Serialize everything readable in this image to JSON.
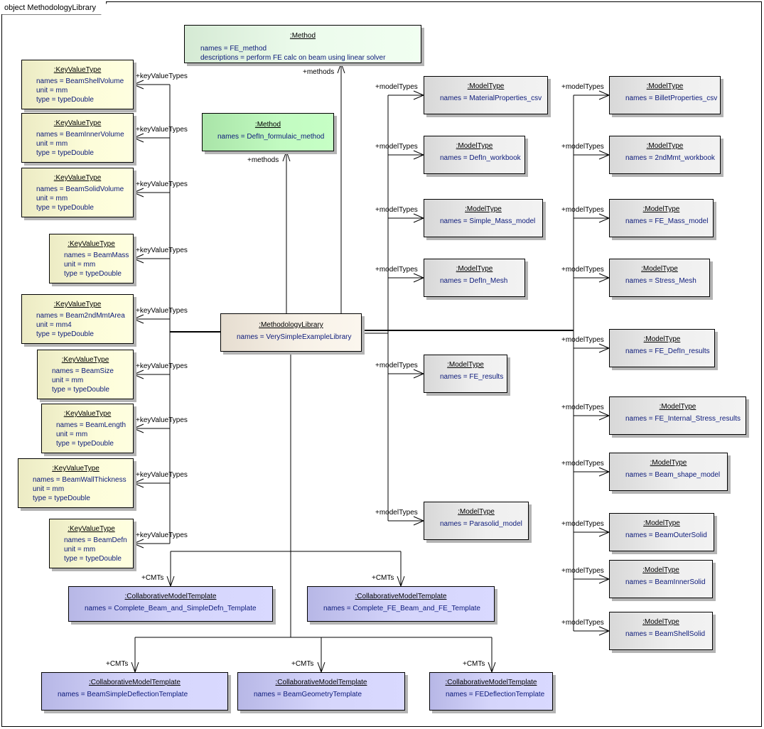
{
  "frame": {
    "title": "object MethodologyLibrary"
  },
  "library": {
    "title": ":MethodologyLibrary",
    "attrs": [
      "names = VerySimpleExampleLibrary"
    ]
  },
  "methods": [
    {
      "title": ":Method",
      "attrs": [
        "names = FE_method",
        "descriptions = perform FE calc on beam using linear solver"
      ],
      "role": "+methods"
    },
    {
      "title": ":Method",
      "attrs": [
        "names = DefIn_formulaic_method"
      ],
      "role": "+methods"
    }
  ],
  "key_value_types": [
    {
      "title": ":KeyValueType",
      "names": "names = BeamShellVolume",
      "unit": "unit = mm",
      "type": "type = typeDouble",
      "role": "+keyValueTypes"
    },
    {
      "title": ":KeyValueType",
      "names": "names = BeamInnerVolume",
      "unit": "unit = mm",
      "type": "type = typeDouble",
      "role": "+keyValueTypes"
    },
    {
      "title": ":KeyValueType",
      "names": "names = BeamSolidVolume",
      "unit": "unit = mm",
      "type": "type = typeDouble",
      "role": "+keyValueTypes"
    },
    {
      "title": ":KeyValueType",
      "names": "names = BeamMass",
      "unit": "unit = mm",
      "type": "type = typeDouble",
      "role": "+keyValueTypes"
    },
    {
      "title": ":KeyValueType",
      "names": "names = Beam2ndMmtArea",
      "unit": "unit = mm4",
      "type": "type = typeDouble",
      "role": "+keyValueTypes"
    },
    {
      "title": ":KeyValueType",
      "names": "names = BeamSize",
      "unit": "unit = mm",
      "type": "type = typeDouble",
      "role": "+keyValueTypes"
    },
    {
      "title": ":KeyValueType",
      "names": "names = BeamLength",
      "unit": "unit = mm",
      "type": "type = typeDouble",
      "role": "+keyValueTypes"
    },
    {
      "title": ":KeyValueType",
      "names": "names = BeamWallThickness",
      "unit": "unit = mm",
      "type": "type = typeDouble",
      "role": "+keyValueTypes"
    },
    {
      "title": ":KeyValueType",
      "names": "names = BeamDefn",
      "unit": "unit = mm",
      "type": "type = typeDouble",
      "role": "+keyValueTypes"
    }
  ],
  "model_types_col1": [
    {
      "title": ":ModelType",
      "names": "names = MaterialProperties_csv",
      "role": "+modelTypes"
    },
    {
      "title": ":ModelType",
      "names": "names = DefIn_workbook",
      "role": "+modelTypes"
    },
    {
      "title": ":ModelType",
      "names": "names = Simple_Mass_model",
      "role": "+modelTypes"
    },
    {
      "title": ":ModelType",
      "names": "names = DefIn_Mesh",
      "role": "+modelTypes"
    },
    {
      "title": ":ModelType",
      "names": "names = FE_results",
      "role": "+modelTypes"
    },
    {
      "title": ":ModelType",
      "names": "names = Parasolid_model",
      "role": "+modelTypes"
    }
  ],
  "model_types_col2": [
    {
      "title": ":ModelType",
      "names": "names = BilletProperties_csv",
      "role": "+modelTypes"
    },
    {
      "title": ":ModelType",
      "names": "names = 2ndMmt_workbook",
      "role": "+modelTypes"
    },
    {
      "title": ":ModelType",
      "names": "names = FE_Mass_model",
      "role": "+modelTypes"
    },
    {
      "title": ":ModelType",
      "names": "names = Stress_Mesh",
      "role": "+modelTypes"
    },
    {
      "title": ":ModelType",
      "names": "names = FE_DefIn_results",
      "role": "+modelTypes"
    },
    {
      "title": ":ModelType",
      "names": "names = FE_Internal_Stress_results",
      "role": "+modelTypes"
    },
    {
      "title": ":ModelType",
      "names": "names = Beam_shape_model",
      "role": "+modelTypes"
    },
    {
      "title": ":ModelType",
      "names": "names = BeamOuterSolid",
      "role": "+modelTypes"
    },
    {
      "title": ":ModelType",
      "names": "names = BeamInnerSolid",
      "role": "+modelTypes"
    },
    {
      "title": ":ModelType",
      "names": "names = BeamShellSolid",
      "role": "+modelTypes"
    }
  ],
  "cmts": [
    {
      "title": ":CollaborativeModelTemplate",
      "names": "names = Complete_Beam_and_SimpleDefn_Template",
      "role": "+CMTs"
    },
    {
      "title": ":CollaborativeModelTemplate",
      "names": "names = Complete_FE_Beam_and_FE_Template",
      "role": "+CMTs"
    },
    {
      "title": ":CollaborativeModelTemplate",
      "names": "names = BeamSimpleDeflectionTemplate",
      "role": "+CMTs"
    },
    {
      "title": ":CollaborativeModelTemplate",
      "names": "names = BeamGeometryTemplate",
      "role": "+CMTs"
    },
    {
      "title": ":CollaborativeModelTemplate",
      "names": "names = FEDeflectionTemplate",
      "role": "+CMTs"
    }
  ]
}
